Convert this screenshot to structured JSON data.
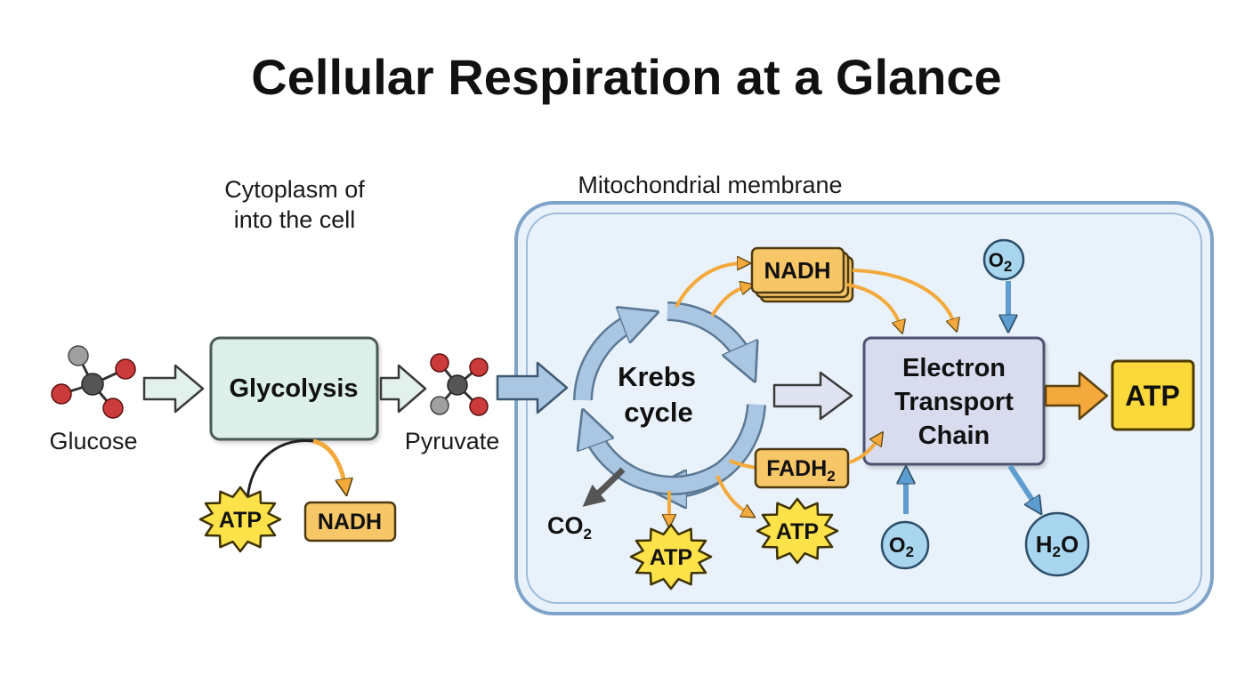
{
  "title": "Cellular Respiration at a Glance",
  "labels": {
    "cytoplasm_line1": "Cytoplasm of",
    "cytoplasm_line2": "into the cell",
    "mito_membrane": "Mitochondrial membrane",
    "glucose": "Glucose",
    "pyruvate": "Pyruvate"
  },
  "boxes": {
    "glycolysis": "Glycolysis",
    "krebs_line1": "Krebs",
    "krebs_line2": "cycle",
    "etc_line1": "Electron",
    "etc_line2": "Transport",
    "etc_line3": "Chain",
    "atp_final": "ATP"
  },
  "tags": {
    "nadh_glycolysis": "NADH",
    "nadh_krebs": "NADH",
    "fadh_main": "FADH",
    "fadh_sub": "2"
  },
  "starbursts": {
    "atp_glycolysis": "ATP",
    "atp_krebs_bottom": "ATP",
    "atp_krebs_right": "ATP"
  },
  "molecules": {
    "co2_main": "CO",
    "co2_sub": "2",
    "o2_top_main": "O",
    "o2_top_sub": "2",
    "o2_bottom_main": "O",
    "o2_bottom_sub": "2",
    "h2o_h": "H",
    "h2o_sub": "2",
    "h2o_o": "O"
  },
  "colors": {
    "glycolysis_fill": "#dcefe8",
    "glycolysis_stroke": "#4a5a55",
    "membrane_fill": "#e9f2fb",
    "membrane_stroke": "#7fa3c8",
    "etc_fill": "#d9dcee",
    "etc_stroke": "#4d5270",
    "atp_box_fill": "#fcd93b",
    "tag_fill": "#f6c667",
    "star_fill": "#fde24a",
    "orange_arrow": "#f3a93b",
    "blue_arrow": "#5e9dcf",
    "krebs_arrow": "#a9c6e3",
    "circle_fill": "#a8d6ee",
    "carbon": "#555555",
    "oxygen": "#cc3b3b",
    "hydrogen": "#a0a0a0"
  }
}
